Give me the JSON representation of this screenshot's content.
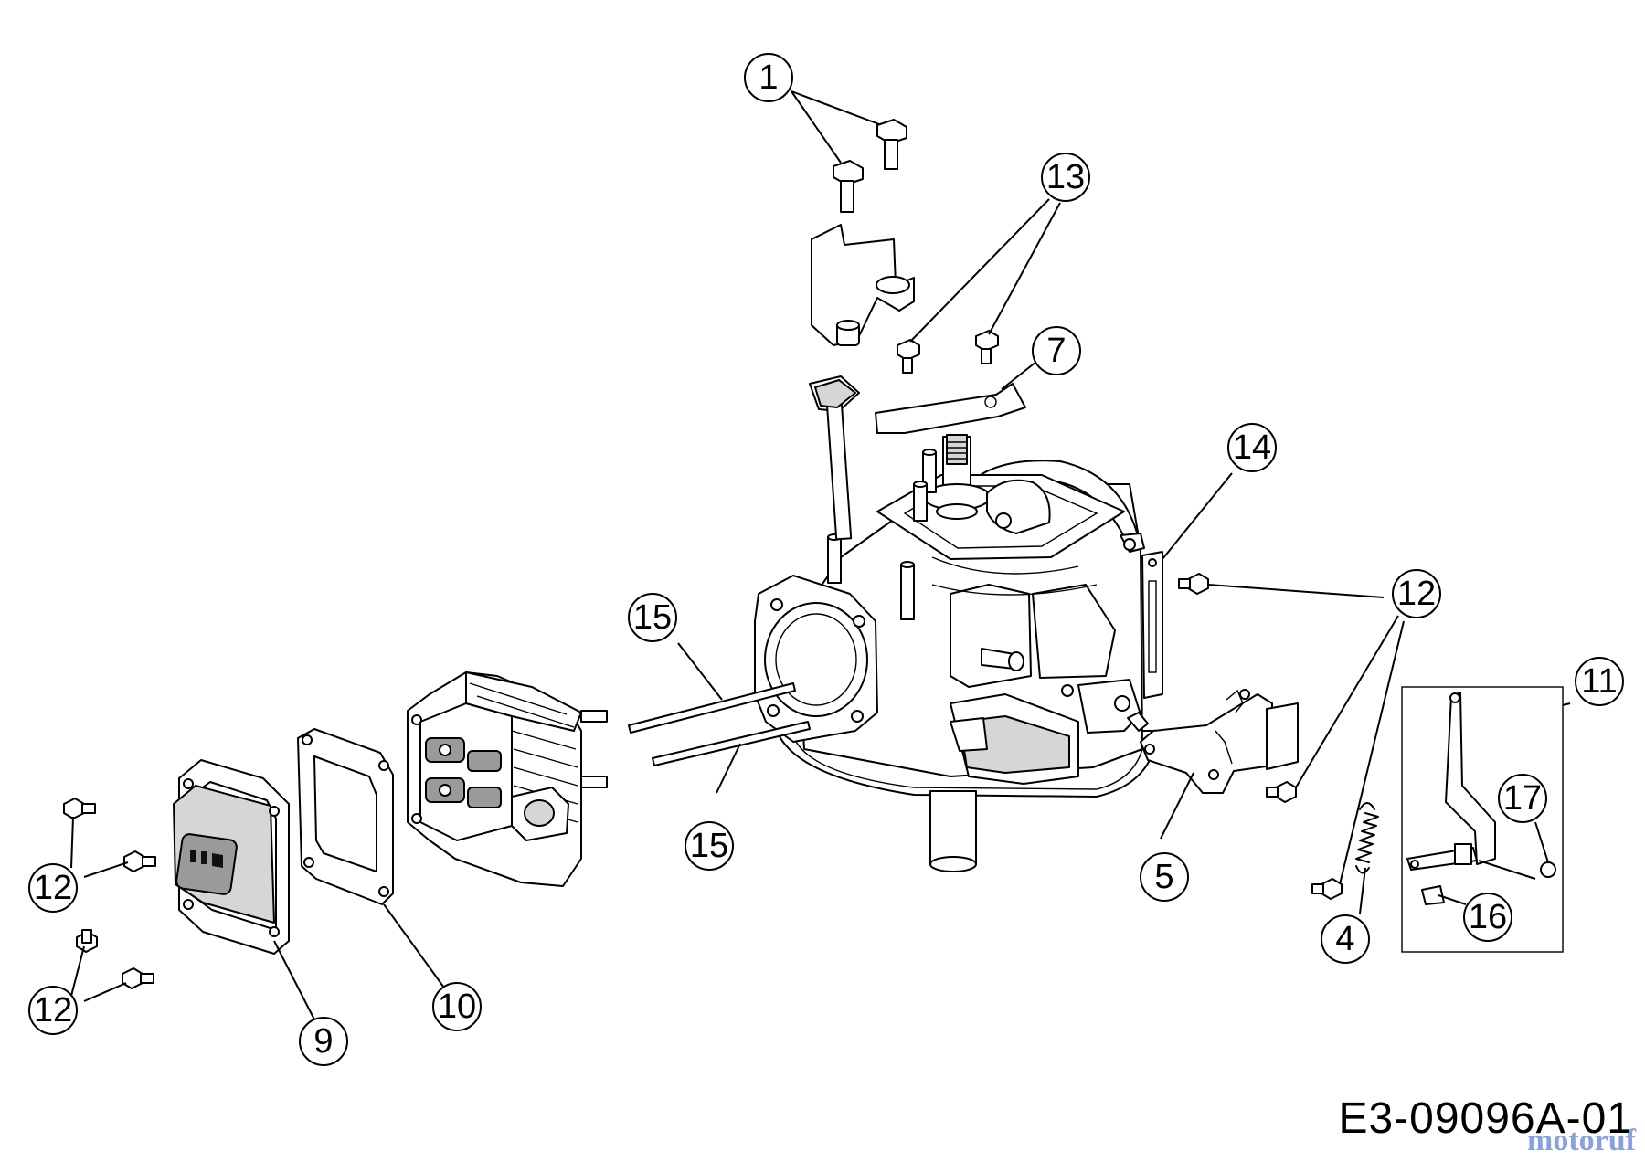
{
  "callouts": [
    {
      "id": "c1",
      "label": "1"
    },
    {
      "id": "c13",
      "label": "13"
    },
    {
      "id": "c7",
      "label": "7"
    },
    {
      "id": "c14",
      "label": "14"
    },
    {
      "id": "c12a",
      "label": "12"
    },
    {
      "id": "c11",
      "label": "11"
    },
    {
      "id": "c15a",
      "label": "15"
    },
    {
      "id": "c15b",
      "label": "15"
    },
    {
      "id": "c17",
      "label": "17"
    },
    {
      "id": "c5",
      "label": "5"
    },
    {
      "id": "c16",
      "label": "16"
    },
    {
      "id": "c4",
      "label": "4"
    },
    {
      "id": "c12b",
      "label": "12"
    },
    {
      "id": "c12c",
      "label": "12"
    },
    {
      "id": "c9",
      "label": "9"
    },
    {
      "id": "c10",
      "label": "10"
    }
  ],
  "drawing_number": "E3-09096A-01",
  "watermark": "motoruf"
}
